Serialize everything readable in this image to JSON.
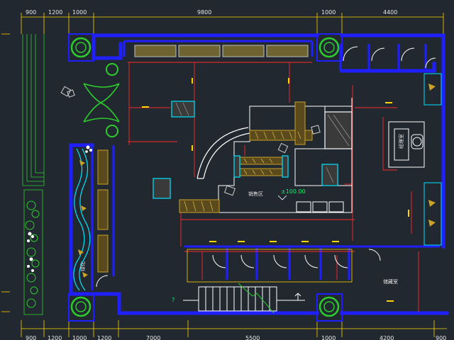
{
  "drawing": {
    "top_dimensions": [
      "900",
      "1200",
      "1000",
      "9800",
      "1000",
      "4400"
    ],
    "bottom_dimensions": [
      "900",
      "1200",
      "1000",
      "1200",
      "7000",
      "5500",
      "1000",
      "4200",
      "900"
    ],
    "labels": {
      "sales_area": "销售区",
      "level_mark": "±100.00",
      "storage_room": "储藏室",
      "office": "经理室",
      "side_area": "绿化",
      "question_mark": "?"
    }
  },
  "colors": {
    "background": "#212830",
    "wall": "#1f1fff",
    "dimension": "#ffd400",
    "red_line": "#ff2a2a",
    "plant": "#2dcc2d",
    "furniture": "#c9a227",
    "cyan": "#00e5ff"
  }
}
